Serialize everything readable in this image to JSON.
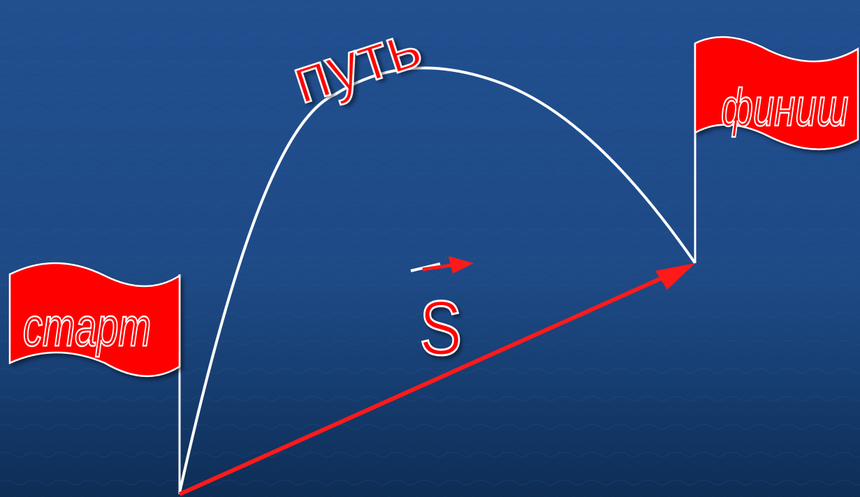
{
  "labels": {
    "path": "путь",
    "start": "старт",
    "finish": "финиш",
    "displacement": "S"
  },
  "colors": {
    "background_top": "#214f8f",
    "background_bottom": "#0d2d55",
    "flag_fill": "#ff0000",
    "flag_outline": "#ffffff",
    "path_line": "#ffffff",
    "vector_arrow": "#ff1a1a",
    "text_fill": "#ff0000",
    "text_stroke": "#ffffff"
  },
  "icons": {
    "start_flag": "red-flag-icon",
    "finish_flag": "red-flag-icon",
    "vector_mark": "vector-arrow-icon"
  }
}
